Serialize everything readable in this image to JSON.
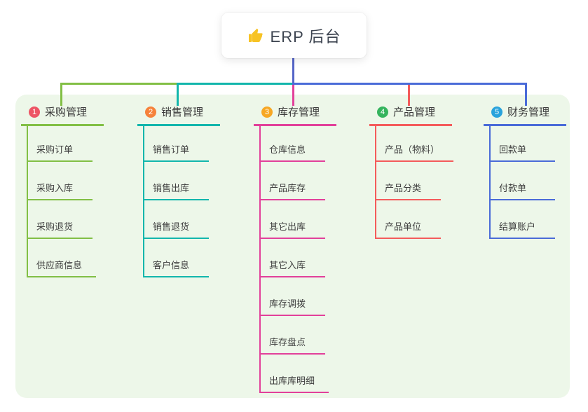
{
  "root": {
    "icon": "thumbs-up-icon",
    "label": "ERP 后台"
  },
  "colors": {
    "panel_bg": "#edf7e9",
    "trunk": "#5565c8",
    "text": "#3c3c3c"
  },
  "branches": [
    {
      "num": "1",
      "label": "采购管理",
      "badge_color": "#ed5565",
      "line_color": "#82bf45",
      "children": [
        "采购订单",
        "采购入库",
        "采购退货",
        "供应商信息"
      ]
    },
    {
      "num": "2",
      "label": "销售管理",
      "badge_color": "#f6823b",
      "line_color": "#12b6ac",
      "children": [
        "销售订单",
        "销售出库",
        "销售退货",
        "客户信息"
      ]
    },
    {
      "num": "3",
      "label": "库存管理",
      "badge_color": "#f7a723",
      "line_color": "#e2409a",
      "children": [
        "仓库信息",
        "产品库存",
        "其它出库",
        "其它入库",
        "库存调拨",
        "库存盘点",
        "出库库明细"
      ]
    },
    {
      "num": "4",
      "label": "产品管理",
      "badge_color": "#35b45e",
      "line_color": "#f45b5b",
      "children": [
        "产品（物料）",
        "产品分类",
        "产品单位"
      ]
    },
    {
      "num": "5",
      "label": "财务管理",
      "badge_color": "#29a3dc",
      "line_color": "#4a6bd8",
      "children": [
        "回款单",
        "付款单",
        "结算账户"
      ]
    }
  ]
}
